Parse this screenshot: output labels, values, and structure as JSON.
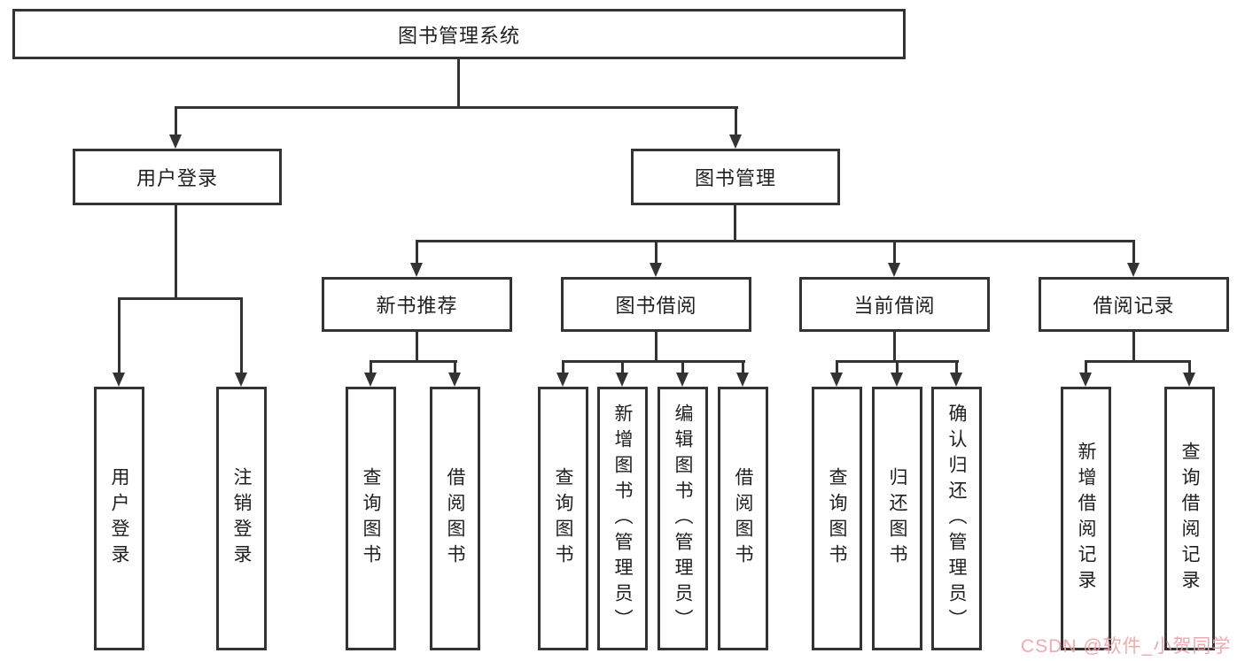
{
  "page": {
    "background": "#ffffff",
    "line_color": "#333333",
    "text_color": "#1f1f1f"
  },
  "watermark": {
    "text": "CSDN @软件_小贺同学",
    "color": "#f0a0a5"
  },
  "diagram": {
    "type": "hierarchy-tree",
    "root": {
      "label": "图书管理系统"
    },
    "branches": {
      "user_login": {
        "label": "用户登录",
        "children": [
          {
            "label": "用户登录"
          },
          {
            "label": "注销登录"
          }
        ]
      },
      "book_management": {
        "label": "图书管理",
        "children": [
          {
            "label": "新书推荐",
            "children": [
              {
                "label": "查询图书"
              },
              {
                "label": "借阅图书"
              }
            ]
          },
          {
            "label": "图书借阅",
            "children": [
              {
                "label": "查询图书"
              },
              {
                "label": "新增图书（管理员）"
              },
              {
                "label": "编辑图书（管理员）"
              },
              {
                "label": "借阅图书"
              }
            ]
          },
          {
            "label": "当前借阅",
            "children": [
              {
                "label": "查询图书"
              },
              {
                "label": "归还图书"
              },
              {
                "label": "确认归还（管理员）"
              }
            ]
          },
          {
            "label": "借阅记录",
            "children": [
              {
                "label": "新增借阅记录"
              },
              {
                "label": "查询借阅记录"
              }
            ]
          }
        ]
      }
    }
  }
}
